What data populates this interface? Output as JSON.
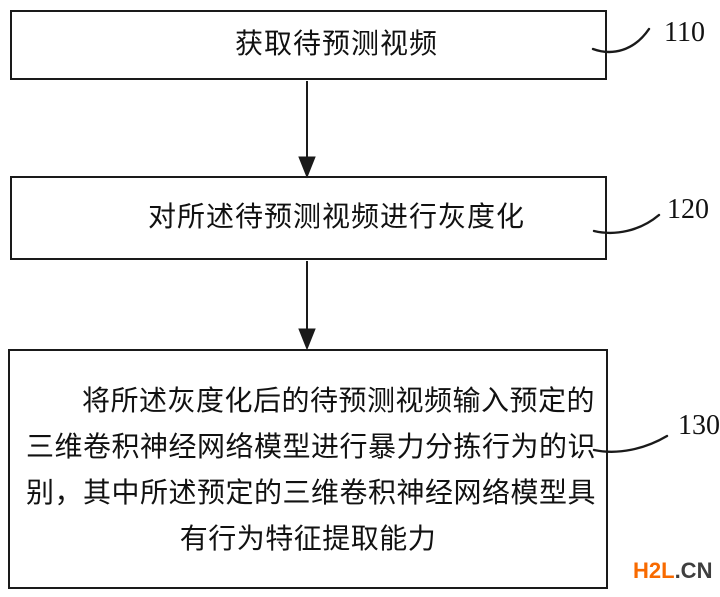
{
  "page": {
    "background_color": "#ffffff",
    "line_color": "#1a1a1a",
    "text_color": "#111111"
  },
  "flowchart": {
    "type": "vertical-process-flow",
    "steps": [
      {
        "ref_label": "110",
        "text": "获取待预测视频"
      },
      {
        "ref_label": "120",
        "text": "对所述待预测视频进行灰度化"
      },
      {
        "ref_label": "130",
        "lines": [
          "将所述灰度化后的待预测视频输入预定的",
          "三维卷积神经网络模型进行暴力分拣行为的识",
          "别，其中所述预定的三维卷积神经网络模型具",
          "有行为特征提取能力"
        ]
      }
    ],
    "connectors": [
      {
        "from": "110",
        "to": "120",
        "style": "arrow-down"
      },
      {
        "from": "120",
        "to": "130",
        "style": "arrow-down"
      }
    ]
  },
  "watermark": {
    "primary": "H2L",
    "secondary": ".CN",
    "primary_color": "#f86a00",
    "secondary_color": "#3f3f3f"
  }
}
